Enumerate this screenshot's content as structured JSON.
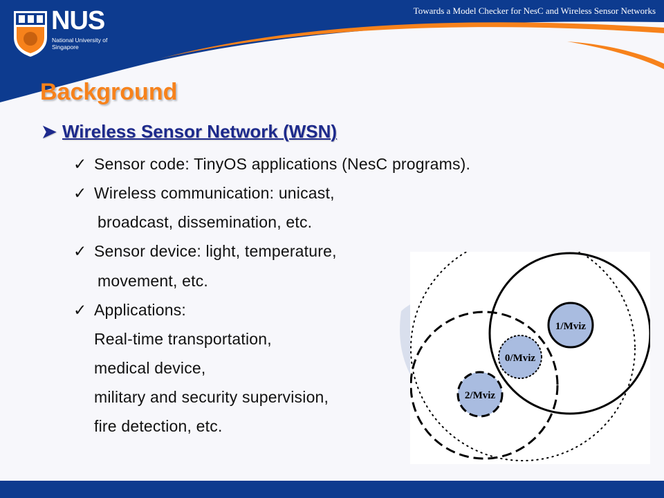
{
  "header": {
    "title": "Towards a Model Checker for NesC and Wireless Sensor Networks",
    "logo_text": "NUS",
    "logo_subtitle": "National University of Singapore",
    "colors": {
      "blue": "#0d3b8f",
      "orange": "#f7821b"
    }
  },
  "slide": {
    "title": "Background",
    "bullet": {
      "text": "Wireless Sensor Network (WSN)"
    },
    "items": [
      {
        "check": "✓",
        "text": "Sensor code: TinyOS applications (NesC programs)."
      },
      {
        "check": "✓",
        "text": "Wireless communication: unicast,"
      },
      {
        "text": "broadcast, dissemination, etc."
      },
      {
        "check": "✓",
        "text": "Sensor device: light, temperature,"
      },
      {
        "text": "movement, etc."
      },
      {
        "check": "✓",
        "text": "Applications:"
      },
      {
        "text": "Real-time transportation,"
      },
      {
        "text": "medical device,"
      },
      {
        "text": "military and security supervision,"
      },
      {
        "text": "fire detection, etc."
      }
    ]
  },
  "diagram": {
    "nodes": [
      {
        "label": "1/Mviz"
      },
      {
        "label": "0/Mviz"
      },
      {
        "label": "2/Mviz"
      }
    ],
    "node_fill": "#a9bce0"
  }
}
